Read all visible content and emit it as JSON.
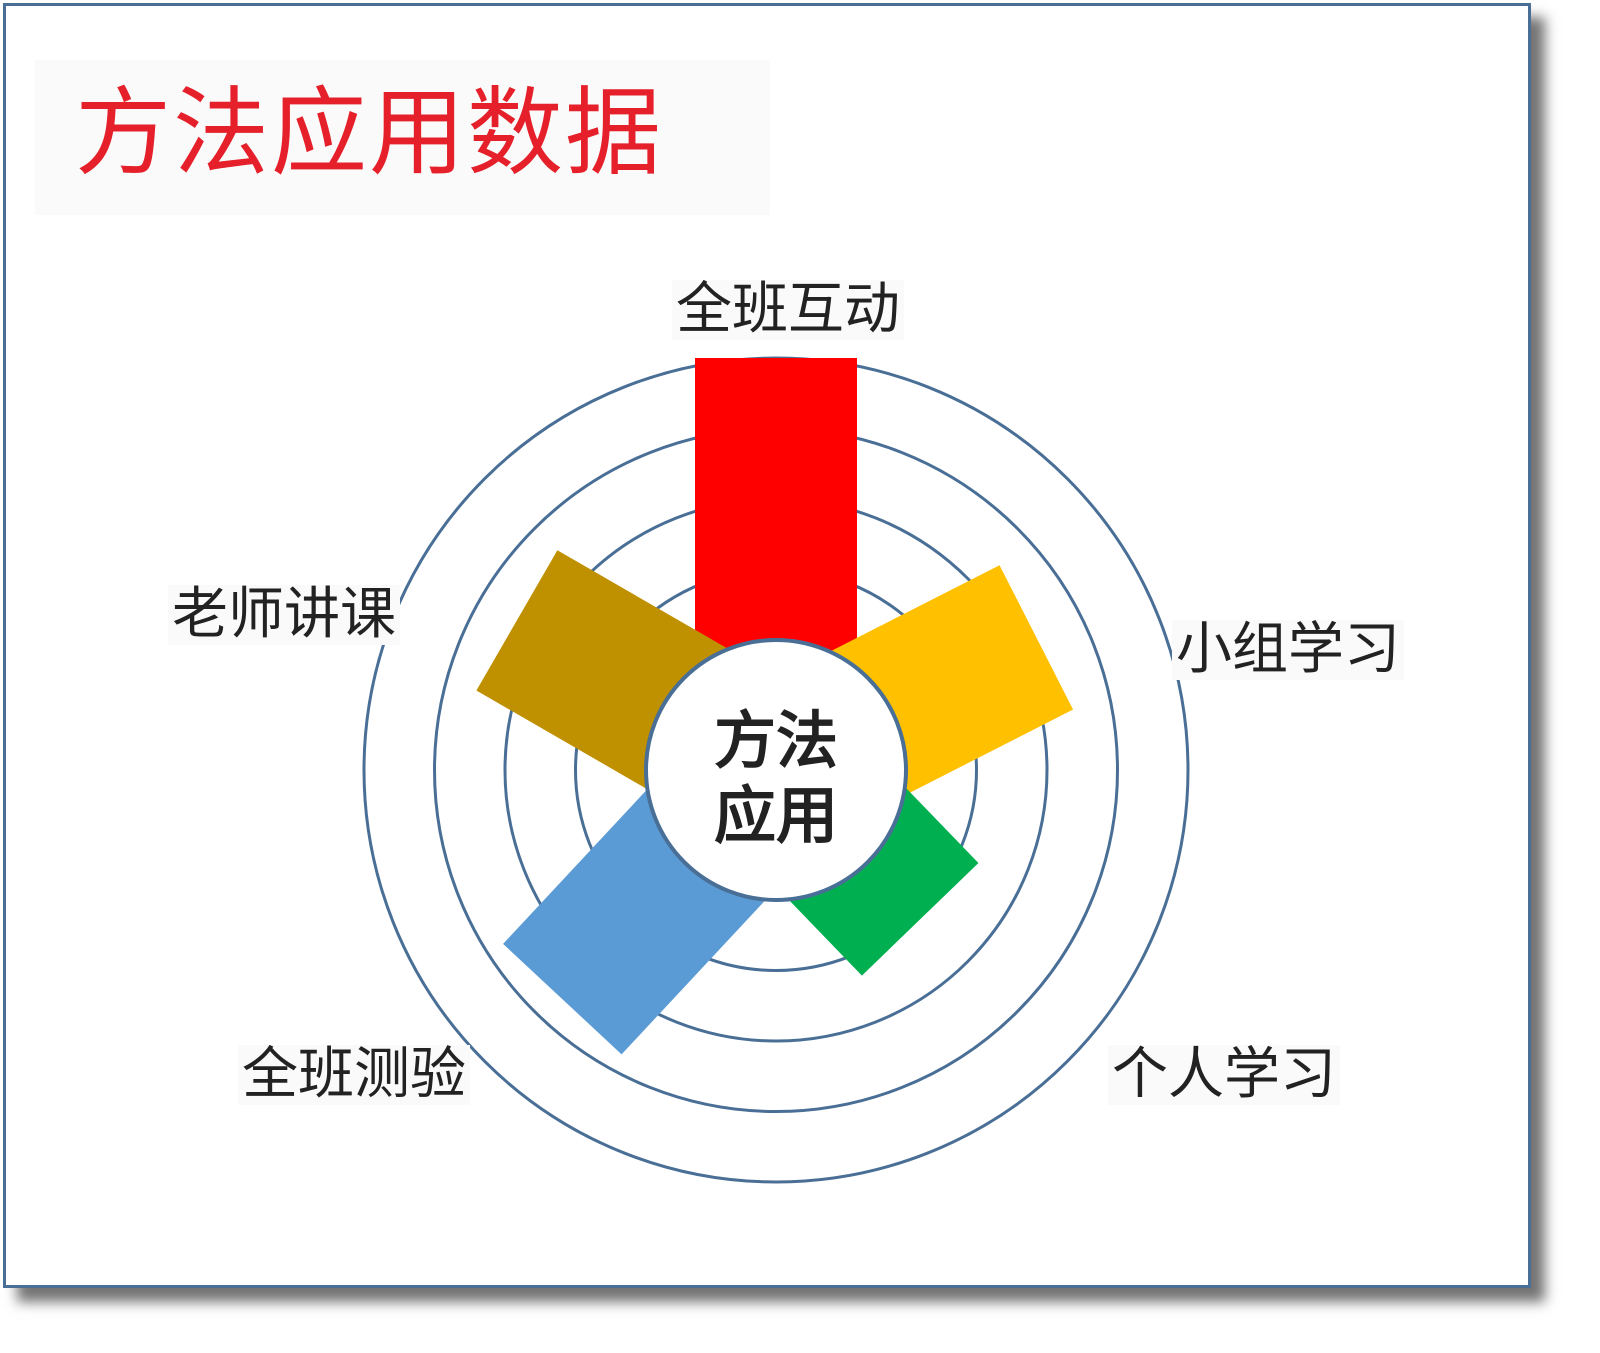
{
  "title": "方法应用数据",
  "chart_data": {
    "type": "bar",
    "subtype": "radial-bar",
    "title": "方法应用数据",
    "center_label": [
      "方法",
      "应用"
    ],
    "categories": [
      "全班互动",
      "小组学习",
      "个人学习",
      "全班测验",
      "老师讲课"
    ],
    "values": [
      4.0,
      2.3,
      1.1,
      2.6,
      2.4
    ],
    "colors": [
      "#ff0000",
      "#ffc000",
      "#00b050",
      "#5b9bd5",
      "#bf9000"
    ],
    "ring_count": 4,
    "rlim": [
      0,
      4
    ],
    "ring_color": "#4a6f96",
    "grid": true,
    "legend": "none"
  }
}
